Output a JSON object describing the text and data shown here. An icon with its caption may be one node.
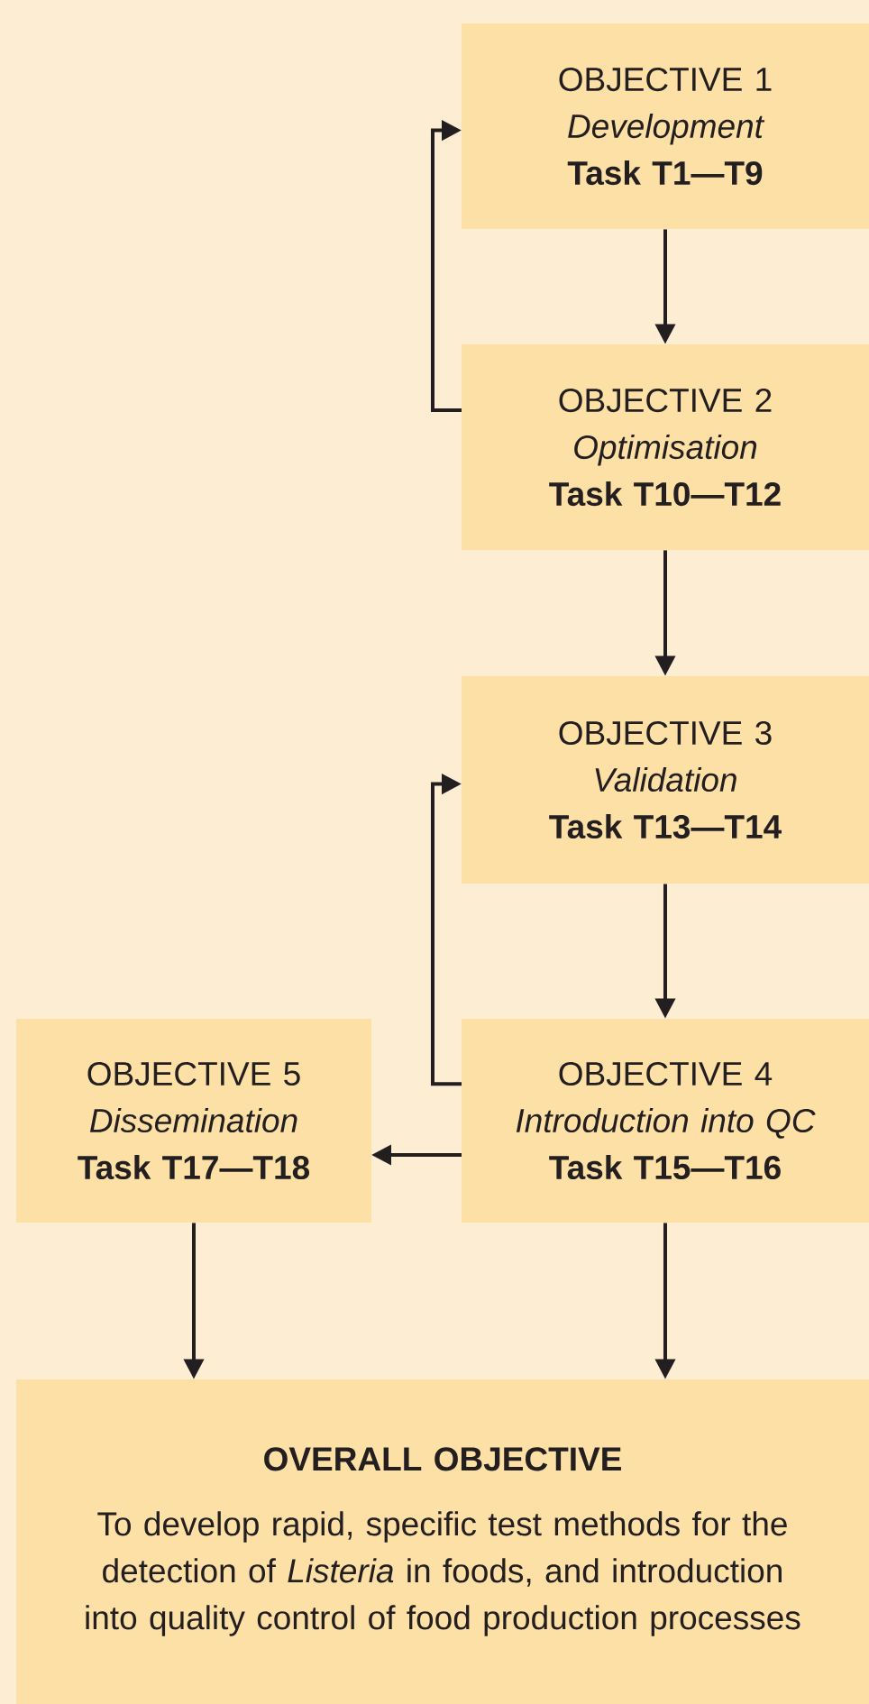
{
  "diagram": {
    "nodes": [
      {
        "text": [
          "OBJECTIVE 1",
          "Development",
          "Task T1—T9"
        ]
      },
      {
        "text": [
          "OBJECTIVE 2",
          "Optimisation",
          "Task T10—T12"
        ]
      },
      {
        "text": [
          "OBJECTIVE 3",
          "Validation",
          "Task T13—T14"
        ]
      },
      {
        "text": [
          "OBJECTIVE 4",
          "Introduction into QC",
          "Task T15—T16"
        ]
      },
      {
        "text": [
          "OBJECTIVE 5",
          "Dissemination",
          "Task T17—T18"
        ]
      },
      {
        "text": [
          "OVERALL OBJECTIVE",
          "To develop rapid, specific test methods for the detection of *Listeria* in foods, and introduction into quality control of food production processes"
        ]
      }
    ],
    "edges": [
      {
        "from": 0,
        "to": 1,
        "arrow": "to"
      },
      {
        "from": 1,
        "to": 0,
        "arrow": "to"
      },
      {
        "from": 1,
        "to": 2,
        "arrow": "to"
      },
      {
        "from": 2,
        "to": 3,
        "arrow": "to"
      },
      {
        "from": 3,
        "to": 2,
        "arrow": "to"
      },
      {
        "from": 3,
        "to": 4,
        "arrow": "to"
      },
      {
        "from": 4,
        "to": 5,
        "arrow": "to"
      },
      {
        "from": 3,
        "to": 5,
        "arrow": "to"
      }
    ]
  }
}
